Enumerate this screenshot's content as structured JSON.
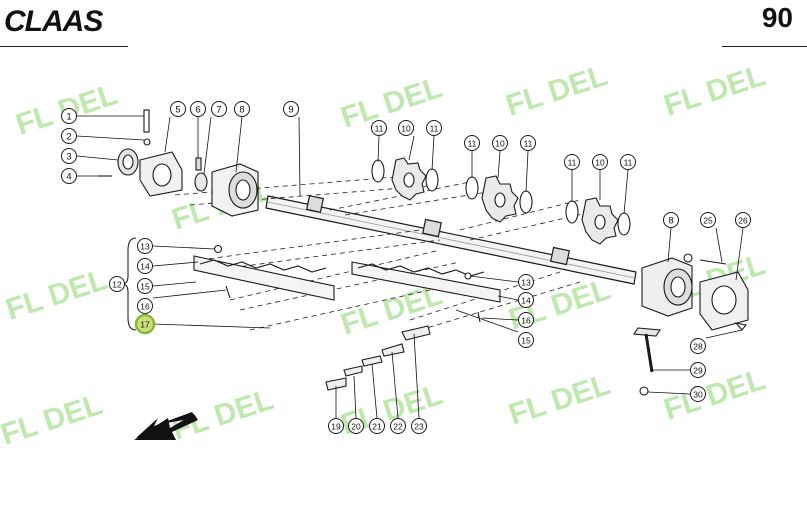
{
  "header": {
    "brand": "CLAAS",
    "page_number": "90"
  },
  "watermark": {
    "text": "FL DEL",
    "color": "#b8e6a6"
  },
  "callouts": [
    {
      "id": "c1",
      "label": "1"
    },
    {
      "id": "c2",
      "label": "2"
    },
    {
      "id": "c3",
      "label": "3"
    },
    {
      "id": "c4",
      "label": "4"
    },
    {
      "id": "c5",
      "label": "5"
    },
    {
      "id": "c6",
      "label": "6"
    },
    {
      "id": "c7",
      "label": "7"
    },
    {
      "id": "c8a",
      "label": "8"
    },
    {
      "id": "c9",
      "label": "9"
    },
    {
      "id": "c11a",
      "label": "11"
    },
    {
      "id": "c10a",
      "label": "10"
    },
    {
      "id": "c11b",
      "label": "11"
    },
    {
      "id": "c11c",
      "label": "11"
    },
    {
      "id": "c10b",
      "label": "10"
    },
    {
      "id": "c11d",
      "label": "11"
    },
    {
      "id": "c11e",
      "label": "11"
    },
    {
      "id": "c10c",
      "label": "10"
    },
    {
      "id": "c11f",
      "label": "11"
    },
    {
      "id": "c8b",
      "label": "8"
    },
    {
      "id": "c25",
      "label": "25"
    },
    {
      "id": "c26",
      "label": "26"
    },
    {
      "id": "c13a",
      "label": "13"
    },
    {
      "id": "c14a",
      "label": "14"
    },
    {
      "id": "c15a",
      "label": "15"
    },
    {
      "id": "c16a",
      "label": "16"
    },
    {
      "id": "c17",
      "label": "17",
      "highlight": true
    },
    {
      "id": "c12",
      "label": "12"
    },
    {
      "id": "c13b",
      "label": "13"
    },
    {
      "id": "c14b",
      "label": "14"
    },
    {
      "id": "c16b",
      "label": "16"
    },
    {
      "id": "c15b",
      "label": "15"
    },
    {
      "id": "c28",
      "label": "28"
    },
    {
      "id": "c29",
      "label": "29"
    },
    {
      "id": "c30",
      "label": "30"
    },
    {
      "id": "c19",
      "label": "19"
    },
    {
      "id": "c20",
      "label": "20"
    },
    {
      "id": "c21",
      "label": "21"
    },
    {
      "id": "c22",
      "label": "22"
    },
    {
      "id": "c23",
      "label": "23"
    }
  ],
  "colors": {
    "line": "#1a1a1a",
    "highlight_ring": "#8db53a",
    "highlight_fill": "#c9e07a"
  }
}
